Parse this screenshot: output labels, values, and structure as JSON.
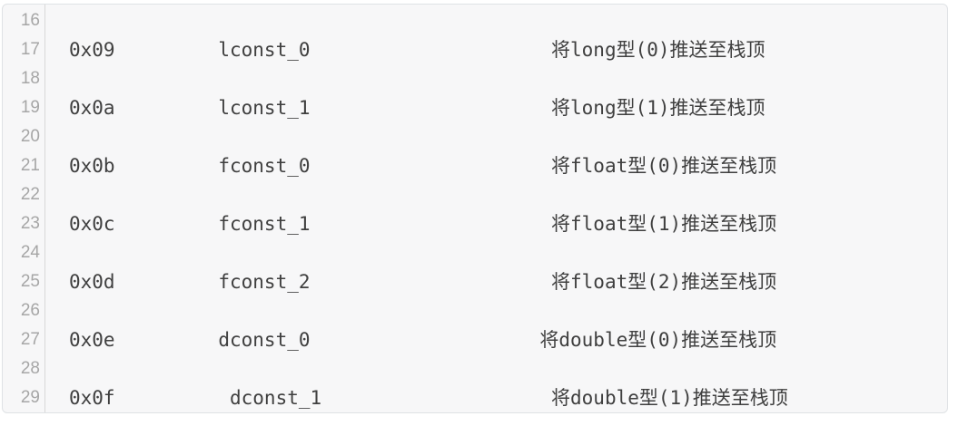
{
  "code_block": {
    "kind": "code-listing",
    "colors": {
      "background": "#f7f7f8",
      "border": "#dfe2e5",
      "gutter_divider": "#d8d8d8",
      "line_number_text": "#a6a6a6",
      "code_text": "#3f3f3f"
    },
    "lines": [
      {
        "number": "16",
        "text": ""
      },
      {
        "number": "17",
        "text": "0x09         lconst_0                     将long型(0)推送至栈顶"
      },
      {
        "number": "18",
        "text": ""
      },
      {
        "number": "19",
        "text": "0x0a         lconst_1                     将long型(1)推送至栈顶"
      },
      {
        "number": "20",
        "text": ""
      },
      {
        "number": "21",
        "text": "0x0b         fconst_0                     将float型(0)推送至栈顶"
      },
      {
        "number": "22",
        "text": ""
      },
      {
        "number": "23",
        "text": "0x0c         fconst_1                     将float型(1)推送至栈顶"
      },
      {
        "number": "24",
        "text": ""
      },
      {
        "number": "25",
        "text": "0x0d         fconst_2                     将float型(2)推送至栈顶"
      },
      {
        "number": "26",
        "text": ""
      },
      {
        "number": "27",
        "text": "0x0e         dconst_0                    将double型(0)推送至栈顶"
      },
      {
        "number": "28",
        "text": ""
      },
      {
        "number": "29",
        "text": "0x0f          dconst_1                    将double型(1)推送至栈顶"
      }
    ]
  }
}
